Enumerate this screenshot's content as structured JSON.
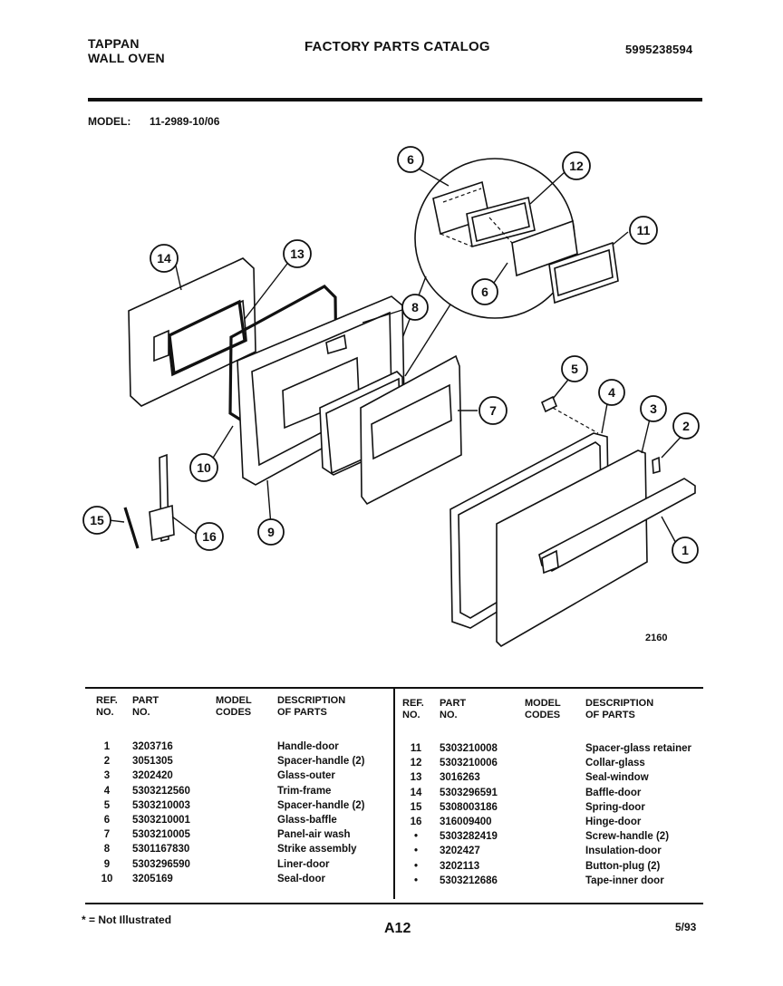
{
  "header": {
    "brand": "TAPPAN",
    "product": "WALL OVEN",
    "title": "FACTORY PARTS CATALOG",
    "catalog_number": "5995238594"
  },
  "model_line": {
    "label": "MODEL:",
    "value": "11-2989-10/06"
  },
  "diagram": {
    "figure_number": "2160",
    "callouts": [
      "1",
      "2",
      "3",
      "4",
      "5",
      "6",
      "6",
      "7",
      "8",
      "9",
      "10",
      "11",
      "12",
      "13",
      "14",
      "15",
      "16"
    ]
  },
  "table": {
    "left_headers": {
      "ref": "REF.\nNO.",
      "part": "PART\nNO.",
      "model": "MODEL\nCODES",
      "desc": "DESCRIPTION\nOF PARTS"
    },
    "right_headers": {
      "ref": "REF.\nNO.",
      "part": "PART\nNO.",
      "model": "MODEL\nCODES",
      "desc": "DESCRIPTION\nOF PARTS"
    },
    "left_rows": [
      {
        "ref": "1",
        "part": "3203716",
        "desc": "Handle-door"
      },
      {
        "ref": "2",
        "part": "3051305",
        "desc": "Spacer-handle (2)"
      },
      {
        "ref": "3",
        "part": "3202420",
        "desc": "Glass-outer"
      },
      {
        "ref": "4",
        "part": "5303212560",
        "desc": "Trim-frame"
      },
      {
        "ref": "5",
        "part": "5303210003",
        "desc": "Spacer-handle (2)"
      },
      {
        "ref": "6",
        "part": "5303210001",
        "desc": "Glass-baffle"
      },
      {
        "ref": "7",
        "part": "5303210005",
        "desc": "Panel-air wash"
      },
      {
        "ref": "8",
        "part": "5301167830",
        "desc": "Strike assembly"
      },
      {
        "ref": "9",
        "part": "5303296590",
        "desc": "Liner-door"
      },
      {
        "ref": "10",
        "part": "3205169",
        "desc": "Seal-door"
      }
    ],
    "right_rows": [
      {
        "ref": "11",
        "part": "5303210008",
        "desc": "Spacer-glass retainer"
      },
      {
        "ref": "12",
        "part": "5303210006",
        "desc": "Collar-glass"
      },
      {
        "ref": "13",
        "part": "3016263",
        "desc": "Seal-window"
      },
      {
        "ref": "14",
        "part": "5303296591",
        "desc": "Baffle-door"
      },
      {
        "ref": "15",
        "part": "5308003186",
        "desc": "Spring-door"
      },
      {
        "ref": "16",
        "part": "316009400",
        "desc": "Hinge-door"
      },
      {
        "ref": "•",
        "part": "5303282419",
        "desc": "Screw-handle (2)"
      },
      {
        "ref": "•",
        "part": "3202427",
        "desc": "Insulation-door"
      },
      {
        "ref": "•",
        "part": "3202113",
        "desc": "Button-plug (2)"
      },
      {
        "ref": "•",
        "part": "5303212686",
        "desc": "Tape-inner door"
      }
    ]
  },
  "footer": {
    "note": "* = Not Illustrated",
    "page": "A12",
    "date": "5/93"
  }
}
